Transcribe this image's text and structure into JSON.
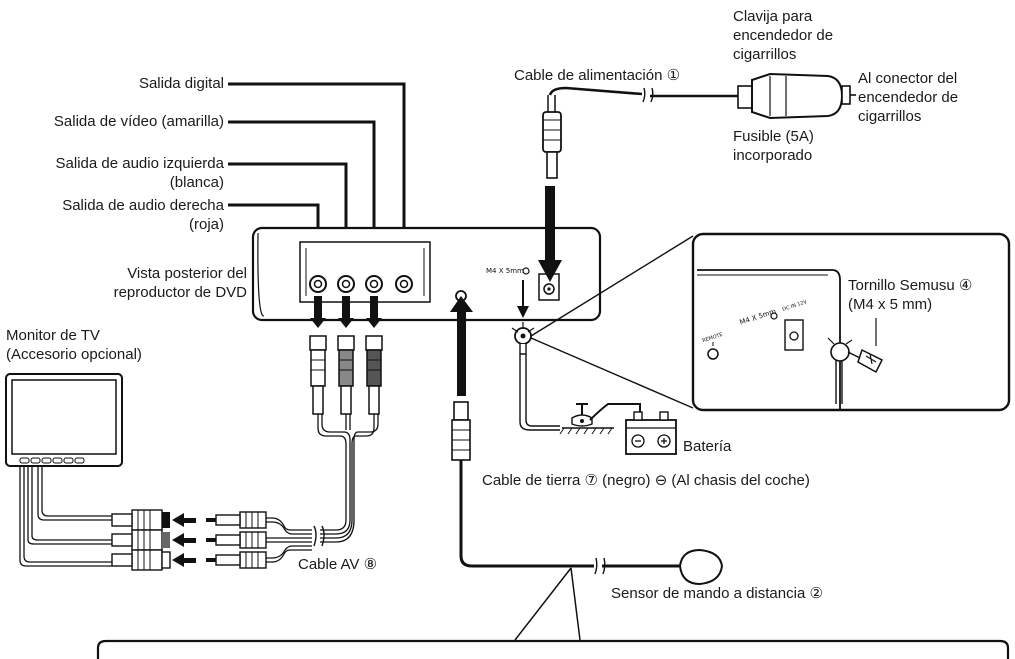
{
  "labels": {
    "digital_out": "Salida digital",
    "video_out": "Salida de vídeo (amarilla)",
    "audio_left": "Salida de audio izquierda\n(blanca)",
    "audio_right": "Salida de audio derecha\n(roja)",
    "rear_view": "Vista posterior del\nreproductor de DVD",
    "tv_monitor": "Monitor de TV\n(Accesorio opcional)",
    "av_cable": "Cable AV ⑧",
    "power_cable": "Cable de alimentación ①",
    "cigarette_plug": "Clavija para\nencendedor de\ncigarrillos",
    "to_lighter": "Al conector del\nencendedor de\ncigarrillos",
    "fuse": "Fusible (5A)\nincorporado",
    "screw": "Tornillo Semusu ④\n(M4 x 5 mm)",
    "battery": "Batería",
    "ground_cable": "Cable de tierra ⑦ (negro) ⊖ (Al chasis del coche)",
    "remote_sensor": "Sensor de mando a distancia ②",
    "m4_mark": "M4 X 5mm",
    "inset_m4_mark": "M4 X 5mm",
    "inset_dc_mark": "DC IN 12V",
    "inset_remote_mark": "REMOTE"
  }
}
